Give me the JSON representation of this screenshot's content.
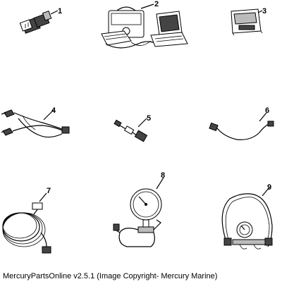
{
  "parts": [
    {
      "number": "1",
      "icon": "wiring-connector-adapter"
    },
    {
      "number": "2",
      "icon": "diagnostic-laptop-kit"
    },
    {
      "number": "3",
      "icon": "control-module"
    },
    {
      "number": "4",
      "icon": "battery-clip-harness"
    },
    {
      "number": "5",
      "icon": "jumper-connector"
    },
    {
      "number": "6",
      "icon": "test-cable"
    },
    {
      "number": "7",
      "icon": "coiled-extension-cable"
    },
    {
      "number": "8",
      "icon": "fuel-pressure-gauge"
    },
    {
      "number": "9",
      "icon": "vacuum-gauge-hose-set"
    }
  ],
  "caption": "MercuryPartsOnline v2.5.1 (Image Copyright- Mercury Marine)"
}
